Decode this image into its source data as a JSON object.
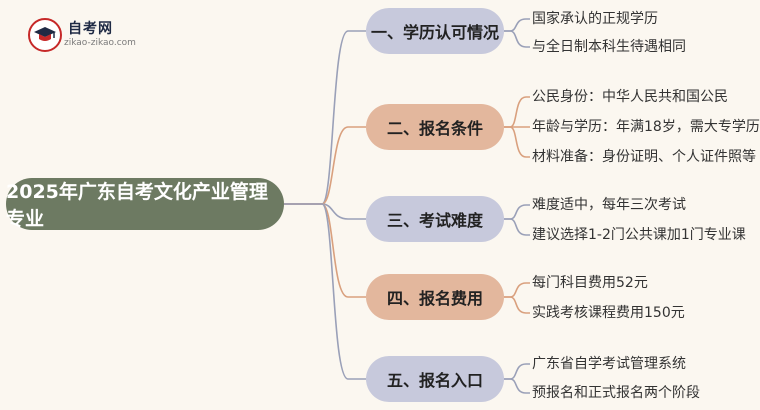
{
  "logo": {
    "name": "自考网",
    "url": "zikao-zikao.com",
    "icon": "graduation-cap-icon",
    "brand_color": "#c62828"
  },
  "root": {
    "title": "2025年广东自考文化产业管理专业",
    "color": "#6d7a62"
  },
  "colors": {
    "grey_branch": "#c7c9dc",
    "tan_branch": "#e3b79d",
    "line_grey": "#9aa0b8",
    "line_tan": "#d9a07e"
  },
  "branches": [
    {
      "label": "一、学历认可情况",
      "style": "grey",
      "leaves": [
        "国家承认的正规学历",
        "与全日制本科生待遇相同"
      ]
    },
    {
      "label": "二、报名条件",
      "style": "tan",
      "leaves": [
        "公民身份：中华人民共和国公民",
        "年龄与学历：年满18岁，需大专学历",
        "材料准备：身份证明、个人证件照等"
      ]
    },
    {
      "label": "三、考试难度",
      "style": "grey",
      "leaves": [
        "难度适中，每年三次考试",
        "建议选择1-2门公共课加1门专业课"
      ]
    },
    {
      "label": "四、报名费用",
      "style": "tan",
      "leaves": [
        "每门科目费用52元",
        "实践考核课程费用150元"
      ]
    },
    {
      "label": "五、报名入口",
      "style": "grey",
      "leaves": [
        "广东省自学考试管理系统",
        "预报名和正式报名两个阶段"
      ]
    }
  ]
}
